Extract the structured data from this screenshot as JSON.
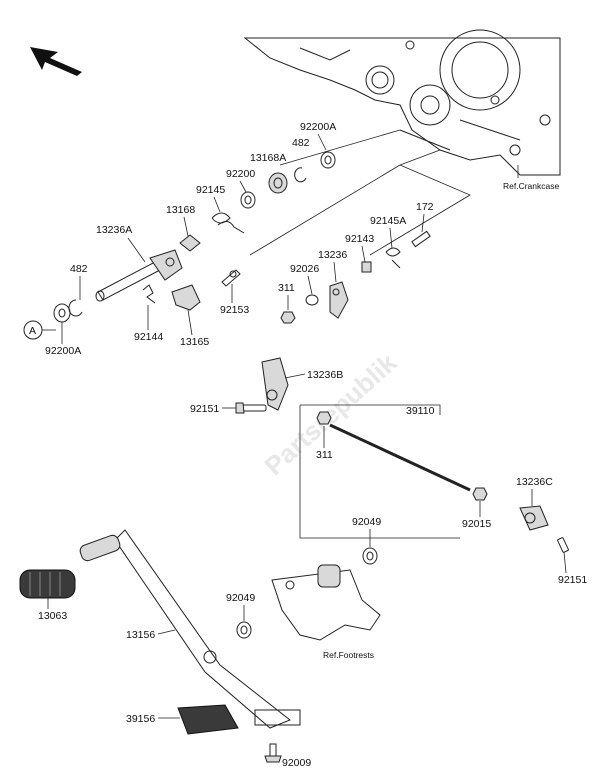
{
  "watermark": "Partsrepublik",
  "refs": {
    "crankcase": "Ref.Crankcase",
    "footrests": "Ref.Footrests"
  },
  "markers": {
    "a": "A"
  },
  "parts": {
    "p92200A_top": "92200A",
    "p482_top": "482",
    "p13168A": "13168A",
    "p92200": "92200",
    "p92145": "92145",
    "p13168": "13168",
    "p13236A": "13236A",
    "p482_left": "482",
    "p92200A_left": "92200A",
    "p92144": "92144",
    "p13165": "13165",
    "p92153": "92153",
    "p311_mid": "311",
    "p92026": "92026",
    "p13236": "13236",
    "p92143": "92143",
    "p92145A": "92145A",
    "p172": "172",
    "p13236B": "13236B",
    "p92151_left": "92151",
    "p39110": "39110",
    "p311_rod": "311",
    "p13236C": "13236C",
    "p92015": "92015",
    "p92151_right": "92151",
    "p92049_top": "92049",
    "p92049_left": "92049",
    "p13063": "13063",
    "p13156": "13156",
    "p39156": "39156",
    "p92009": "92009"
  }
}
